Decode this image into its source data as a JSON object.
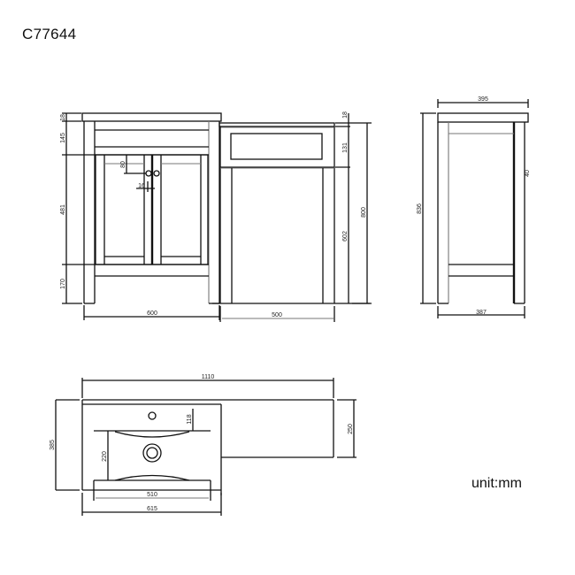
{
  "drawing": {
    "model_code": "C77644",
    "unit_label": "unit:mm"
  },
  "front_view": {
    "vanity": {
      "top_thickness": "18",
      "drawer_rail_height": "145",
      "door_height": "481",
      "plinth_height": "170",
      "width": "600",
      "handle_drop": "80",
      "handle_offset": "16"
    },
    "side_unit": {
      "top_thickness": "18",
      "drawer_height": "131",
      "lower_height": "602",
      "total_height": "800",
      "width": "500"
    }
  },
  "side_view": {
    "top_depth": "395",
    "total_height": "836",
    "body_depth": "387",
    "leg_inset": "40"
  },
  "top_view": {
    "overall_width": "1110",
    "basin_depth": "385",
    "tap_hole_offset": "118",
    "bowl_depth": "220",
    "bowl_width": "510",
    "basin_width": "615",
    "worktop_depth": "250"
  }
}
